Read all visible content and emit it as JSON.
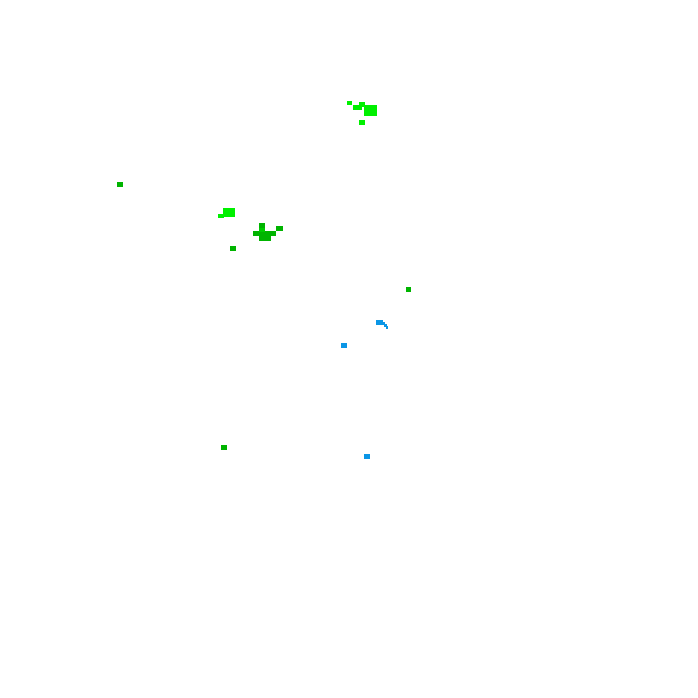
{
  "map": {
    "background": "#ffffff",
    "palette": {
      "bright_green": "#00f000",
      "medium_green": "#00cc00",
      "dark_green": "#00b400",
      "water_blue": "#0a96e6"
    },
    "clusters": [
      {
        "name": "north-cluster",
        "color": "bright_green",
        "cells": [
          [
            497,
            145,
            8,
            6
          ],
          [
            506,
            151,
            12,
            7
          ],
          [
            514,
            146,
            9,
            8
          ],
          [
            522,
            151,
            18,
            15
          ],
          [
            514,
            172,
            9,
            7
          ]
        ]
      },
      {
        "name": "far-west-spot",
        "color": "dark_green",
        "cells": [
          [
            168,
            261,
            8,
            7
          ]
        ]
      },
      {
        "name": "west-cluster",
        "color": "bright_green",
        "cells": [
          [
            312,
            306,
            9,
            7
          ],
          [
            320,
            298,
            17,
            13
          ]
        ]
      },
      {
        "name": "central-cluster",
        "color": "dark_green",
        "cells": [
          [
            371,
            319,
            9,
            9
          ],
          [
            362,
            331,
            34,
            7
          ],
          [
            371,
            338,
            17,
            7
          ],
          [
            396,
            324,
            9,
            7
          ]
        ]
      },
      {
        "name": "central-cluster-highlight",
        "color": "medium_green",
        "cells": [
          [
            371,
            326,
            9,
            6
          ]
        ]
      },
      {
        "name": "south-of-west-spot",
        "color": "dark_green",
        "cells": [
          [
            329,
            352,
            9,
            7
          ]
        ]
      },
      {
        "name": "east-spot",
        "color": "dark_green",
        "cells": [
          [
            581,
            411,
            8,
            7
          ]
        ]
      },
      {
        "name": "blue-hook",
        "color": "water_blue",
        "cells": [
          [
            539,
            458,
            10,
            7
          ],
          [
            546,
            461,
            6,
            5
          ],
          [
            550,
            464,
            5,
            4
          ],
          [
            553,
            467,
            3,
            4
          ]
        ]
      },
      {
        "name": "blue-spot-center",
        "color": "water_blue",
        "cells": [
          [
            489,
            491,
            8,
            7
          ]
        ]
      },
      {
        "name": "southwest-spot",
        "color": "dark_green",
        "cells": [
          [
            316,
            638,
            9,
            7
          ]
        ]
      },
      {
        "name": "blue-spot-south",
        "color": "water_blue",
        "cells": [
          [
            522,
            651,
            8,
            7
          ]
        ]
      }
    ]
  }
}
